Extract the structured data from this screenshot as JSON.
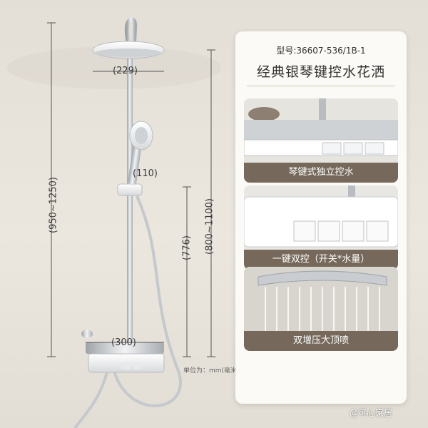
{
  "model": "型号:36607-536/1B-1",
  "title": "经典银琴键控水花洒",
  "features": [
    {
      "caption": "琴键式独立控水"
    },
    {
      "caption": "一键双控（开关*水量）"
    },
    {
      "caption": "双增压大顶喷"
    }
  ],
  "dimensions": {
    "top_width": "(229)",
    "hand_offset": "(110)",
    "valve_width": "(300)",
    "total_height": "(950~1250)",
    "slide_height": "(800~1100)",
    "bar_height": "(776)"
  },
  "unit_note": "单位为：mm(毫米)",
  "watermark": "@可心家居",
  "colors": {
    "caption_bg": "#76695b",
    "chrome": "#c9ccd0",
    "panel": "#fbfaf6"
  }
}
